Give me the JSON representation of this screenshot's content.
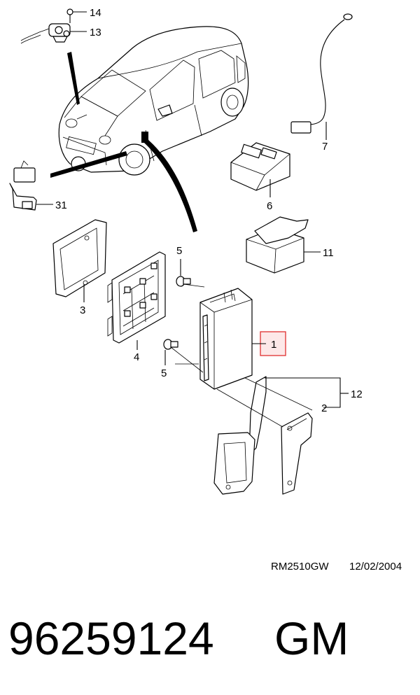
{
  "callouts": {
    "c14": "14",
    "c13": "13",
    "c7": "7",
    "c31": "31",
    "c6": "6",
    "c5a": "5",
    "c11": "11",
    "c3": "3",
    "c4": "4",
    "c1": "1",
    "c5b": "5",
    "c12": "12",
    "c2": "2"
  },
  "highlight_color": "#e03030",
  "footer": {
    "drawing_code": "RM2510GW",
    "date": "12/02/2004"
  },
  "part": {
    "number": "96259124",
    "brand": "GM"
  }
}
